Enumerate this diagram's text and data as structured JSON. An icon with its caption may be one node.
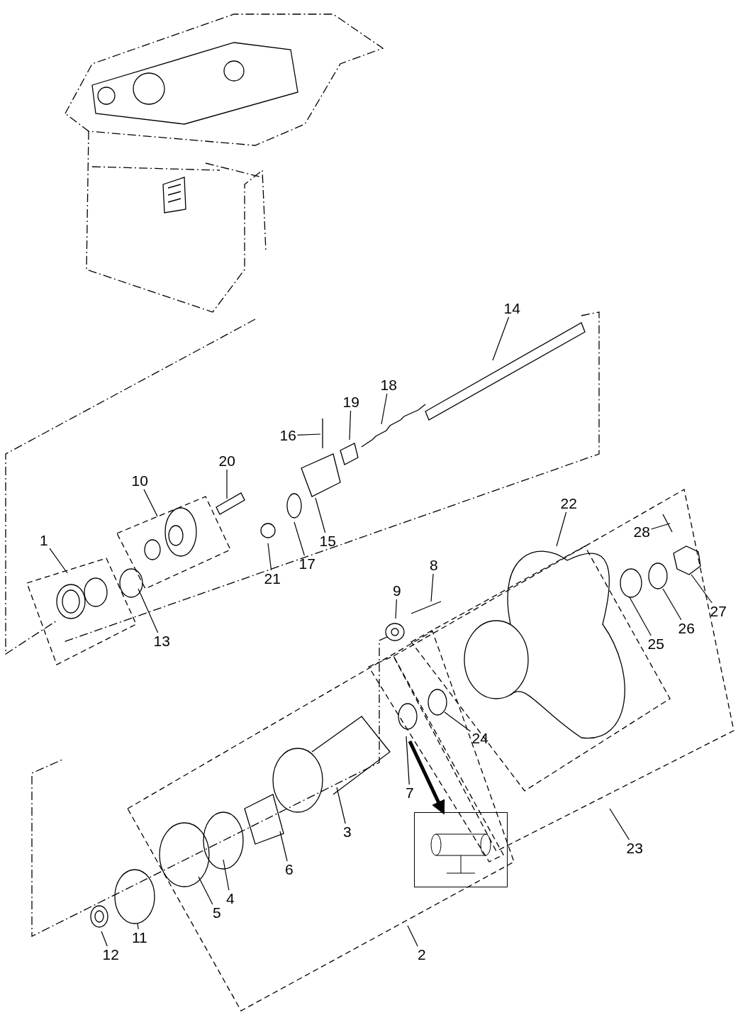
{
  "diagram": {
    "nodes": [
      {
        "text": [
          "14"
        ]
      },
      {
        "text": [
          "18"
        ]
      },
      {
        "text": [
          "19"
        ]
      },
      {
        "text": [
          "16"
        ]
      },
      {
        "text": [
          "20"
        ]
      },
      {
        "text": [
          "10"
        ]
      },
      {
        "text": [
          "22"
        ]
      },
      {
        "text": [
          "1"
        ]
      },
      {
        "text": [
          "15"
        ]
      },
      {
        "text": [
          "28"
        ]
      },
      {
        "text": [
          "8"
        ]
      },
      {
        "text": [
          "21"
        ]
      },
      {
        "text": [
          "17"
        ]
      },
      {
        "text": [
          "9"
        ]
      },
      {
        "text": [
          "25"
        ]
      },
      {
        "text": [
          "26"
        ]
      },
      {
        "text": [
          "27"
        ]
      },
      {
        "text": [
          "13"
        ]
      },
      {
        "text": [
          "24"
        ]
      },
      {
        "text": [
          "7"
        ]
      },
      {
        "text": [
          "3"
        ]
      },
      {
        "text": [
          "6"
        ]
      },
      {
        "text": [
          "23"
        ]
      },
      {
        "text": [
          "4"
        ]
      },
      {
        "text": [
          "5"
        ]
      },
      {
        "text": [
          "11"
        ]
      },
      {
        "text": [
          "12"
        ]
      },
      {
        "text": [
          "2"
        ]
      },
      {
        "text": [],
        "shape": "picture"
      }
    ],
    "edges": [
      {
        "from": 0,
        "to": null,
        "arrow": "none"
      },
      {
        "from": 1,
        "to": null,
        "arrow": "none"
      },
      {
        "from": 2,
        "to": null,
        "arrow": "none"
      },
      {
        "from": 3,
        "to": null,
        "arrow": "none"
      },
      {
        "from": 4,
        "to": null,
        "arrow": "none"
      },
      {
        "from": 5,
        "to": null,
        "arrow": "none"
      },
      {
        "from": 6,
        "to": null,
        "arrow": "none"
      },
      {
        "from": 7,
        "to": null,
        "arrow": "none"
      },
      {
        "from": 8,
        "to": null,
        "arrow": "none"
      },
      {
        "from": 9,
        "to": null,
        "arrow": "none"
      },
      {
        "from": 10,
        "to": null,
        "arrow": "none"
      },
      {
        "from": 11,
        "to": null,
        "arrow": "none"
      },
      {
        "from": 12,
        "to": null,
        "arrow": "none"
      },
      {
        "from": 13,
        "to": null,
        "arrow": "none"
      },
      {
        "from": 14,
        "to": null,
        "arrow": "none"
      },
      {
        "from": 15,
        "to": null,
        "arrow": "none"
      },
      {
        "from": 16,
        "to": null,
        "arrow": "none"
      },
      {
        "from": 17,
        "to": null,
        "arrow": "none"
      },
      {
        "from": 18,
        "to": null,
        "arrow": "none"
      },
      {
        "from": 19,
        "to": null,
        "arrow": "none"
      },
      {
        "from": 20,
        "to": null,
        "arrow": "none"
      },
      {
        "from": 21,
        "to": null,
        "arrow": "none"
      },
      {
        "from": 22,
        "to": null,
        "arrow": "none"
      },
      {
        "from": 23,
        "to": null,
        "arrow": "none"
      },
      {
        "from": 24,
        "to": null,
        "arrow": "none"
      },
      {
        "from": 25,
        "to": null,
        "arrow": "none"
      },
      {
        "from": 26,
        "to": null,
        "arrow": "none"
      },
      {
        "from": 27,
        "to": null,
        "arrow": "none"
      },
      {
        "from": null,
        "to": 28,
        "arrow": "to",
        "style": "thick"
      }
    ]
  }
}
